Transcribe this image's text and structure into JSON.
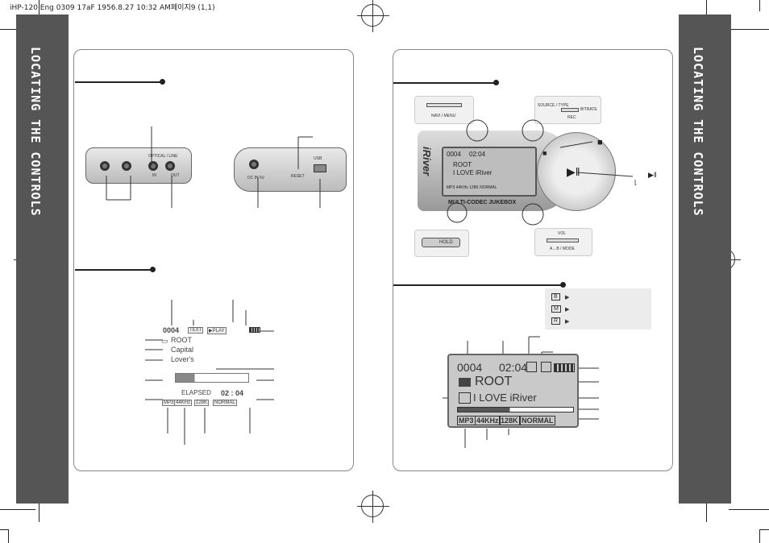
{
  "header": {
    "text": "iHP-120 Eng 0309 17aF  1956.8.27 10:32 AM페이지9 (1,1)"
  },
  "sidebar": {
    "left_label": "LOCATING THE CONTROLS",
    "right_label": "LOCATING THE CONTROLS"
  },
  "left_panel": {
    "jack_labels": {
      "optical_line": "OPTICAL / LINE",
      "in": "IN",
      "out": "OUT"
    },
    "bottom_labels": {
      "dc_in": "DC IN 5V",
      "reset": "RESET",
      "usb": "USB"
    },
    "lcd": {
      "counter": "0004",
      "text_tag": "TEXT",
      "play_tag": "▶PLAY",
      "line1": "ROOT",
      "line2": "Capital",
      "line3": "Lover's",
      "elapsed": "ELAPSED",
      "time": "02 : 04",
      "format": "MP3",
      "rate": "44KHz",
      "bitrate": "128K",
      "eq": "NORMAL"
    }
  },
  "right_panel": {
    "navi_label": "NAVI / MENU",
    "source_label": "SOURCE / TYPE",
    "bitrate_label": "BITRATE",
    "rec_label": "REC",
    "hold_label": "HOLD",
    "vol_label": "VOL",
    "ab_label": "A↔B / MODE",
    "brand": "iRiver",
    "jukebox": "MULTI-CODEC JUKEBOX",
    "stop_symbol": "■",
    "play_symbol": "▶‖",
    "play_right_symbol": "▶‖",
    "bracket_symbol": "⌊",
    "legend": {
      "b": "B",
      "m": "M",
      "r": "R",
      "arrow": "▶"
    },
    "player_screen": {
      "counter": "0004",
      "time": "02:04",
      "line1": "ROOT",
      "line2": "I LOVE iRiver",
      "info": "MP3  44KHz  128K  NORMAL"
    },
    "big_lcd": {
      "counter": "0004",
      "time": "02:04",
      "line1": "ROOT",
      "line2": "I LOVE iRiver",
      "format": "MP3",
      "rate": "44KHz",
      "bitrate": "128K",
      "eq": "NORMAL"
    }
  },
  "colors": {
    "sidebar": "#555555",
    "panel_border": "#888888",
    "lcd": "#c9c9c9"
  }
}
